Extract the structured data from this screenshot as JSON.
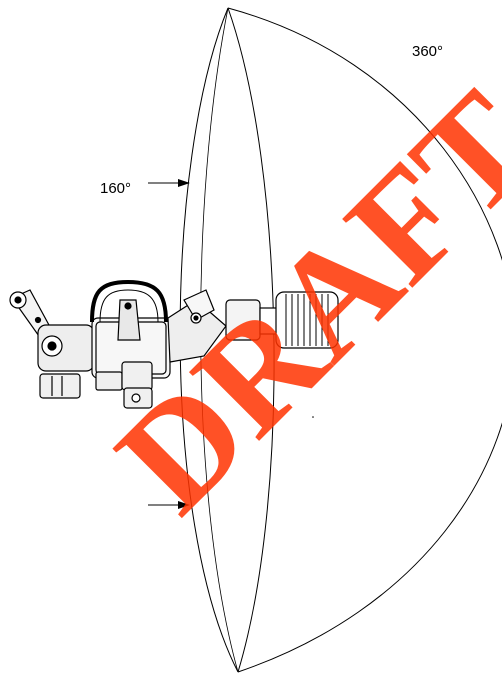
{
  "diagram": {
    "angle_outer_label": "360°",
    "angle_inner_label": "160°",
    "watermark_text": "DRAFT",
    "watermark_color": "#ff3300",
    "line_color": "#000000",
    "icons": [
      "nozzle-assembly-icon",
      "ball-valve-handle-icon",
      "carry-handle-icon",
      "pistol-grip-icon"
    ]
  }
}
